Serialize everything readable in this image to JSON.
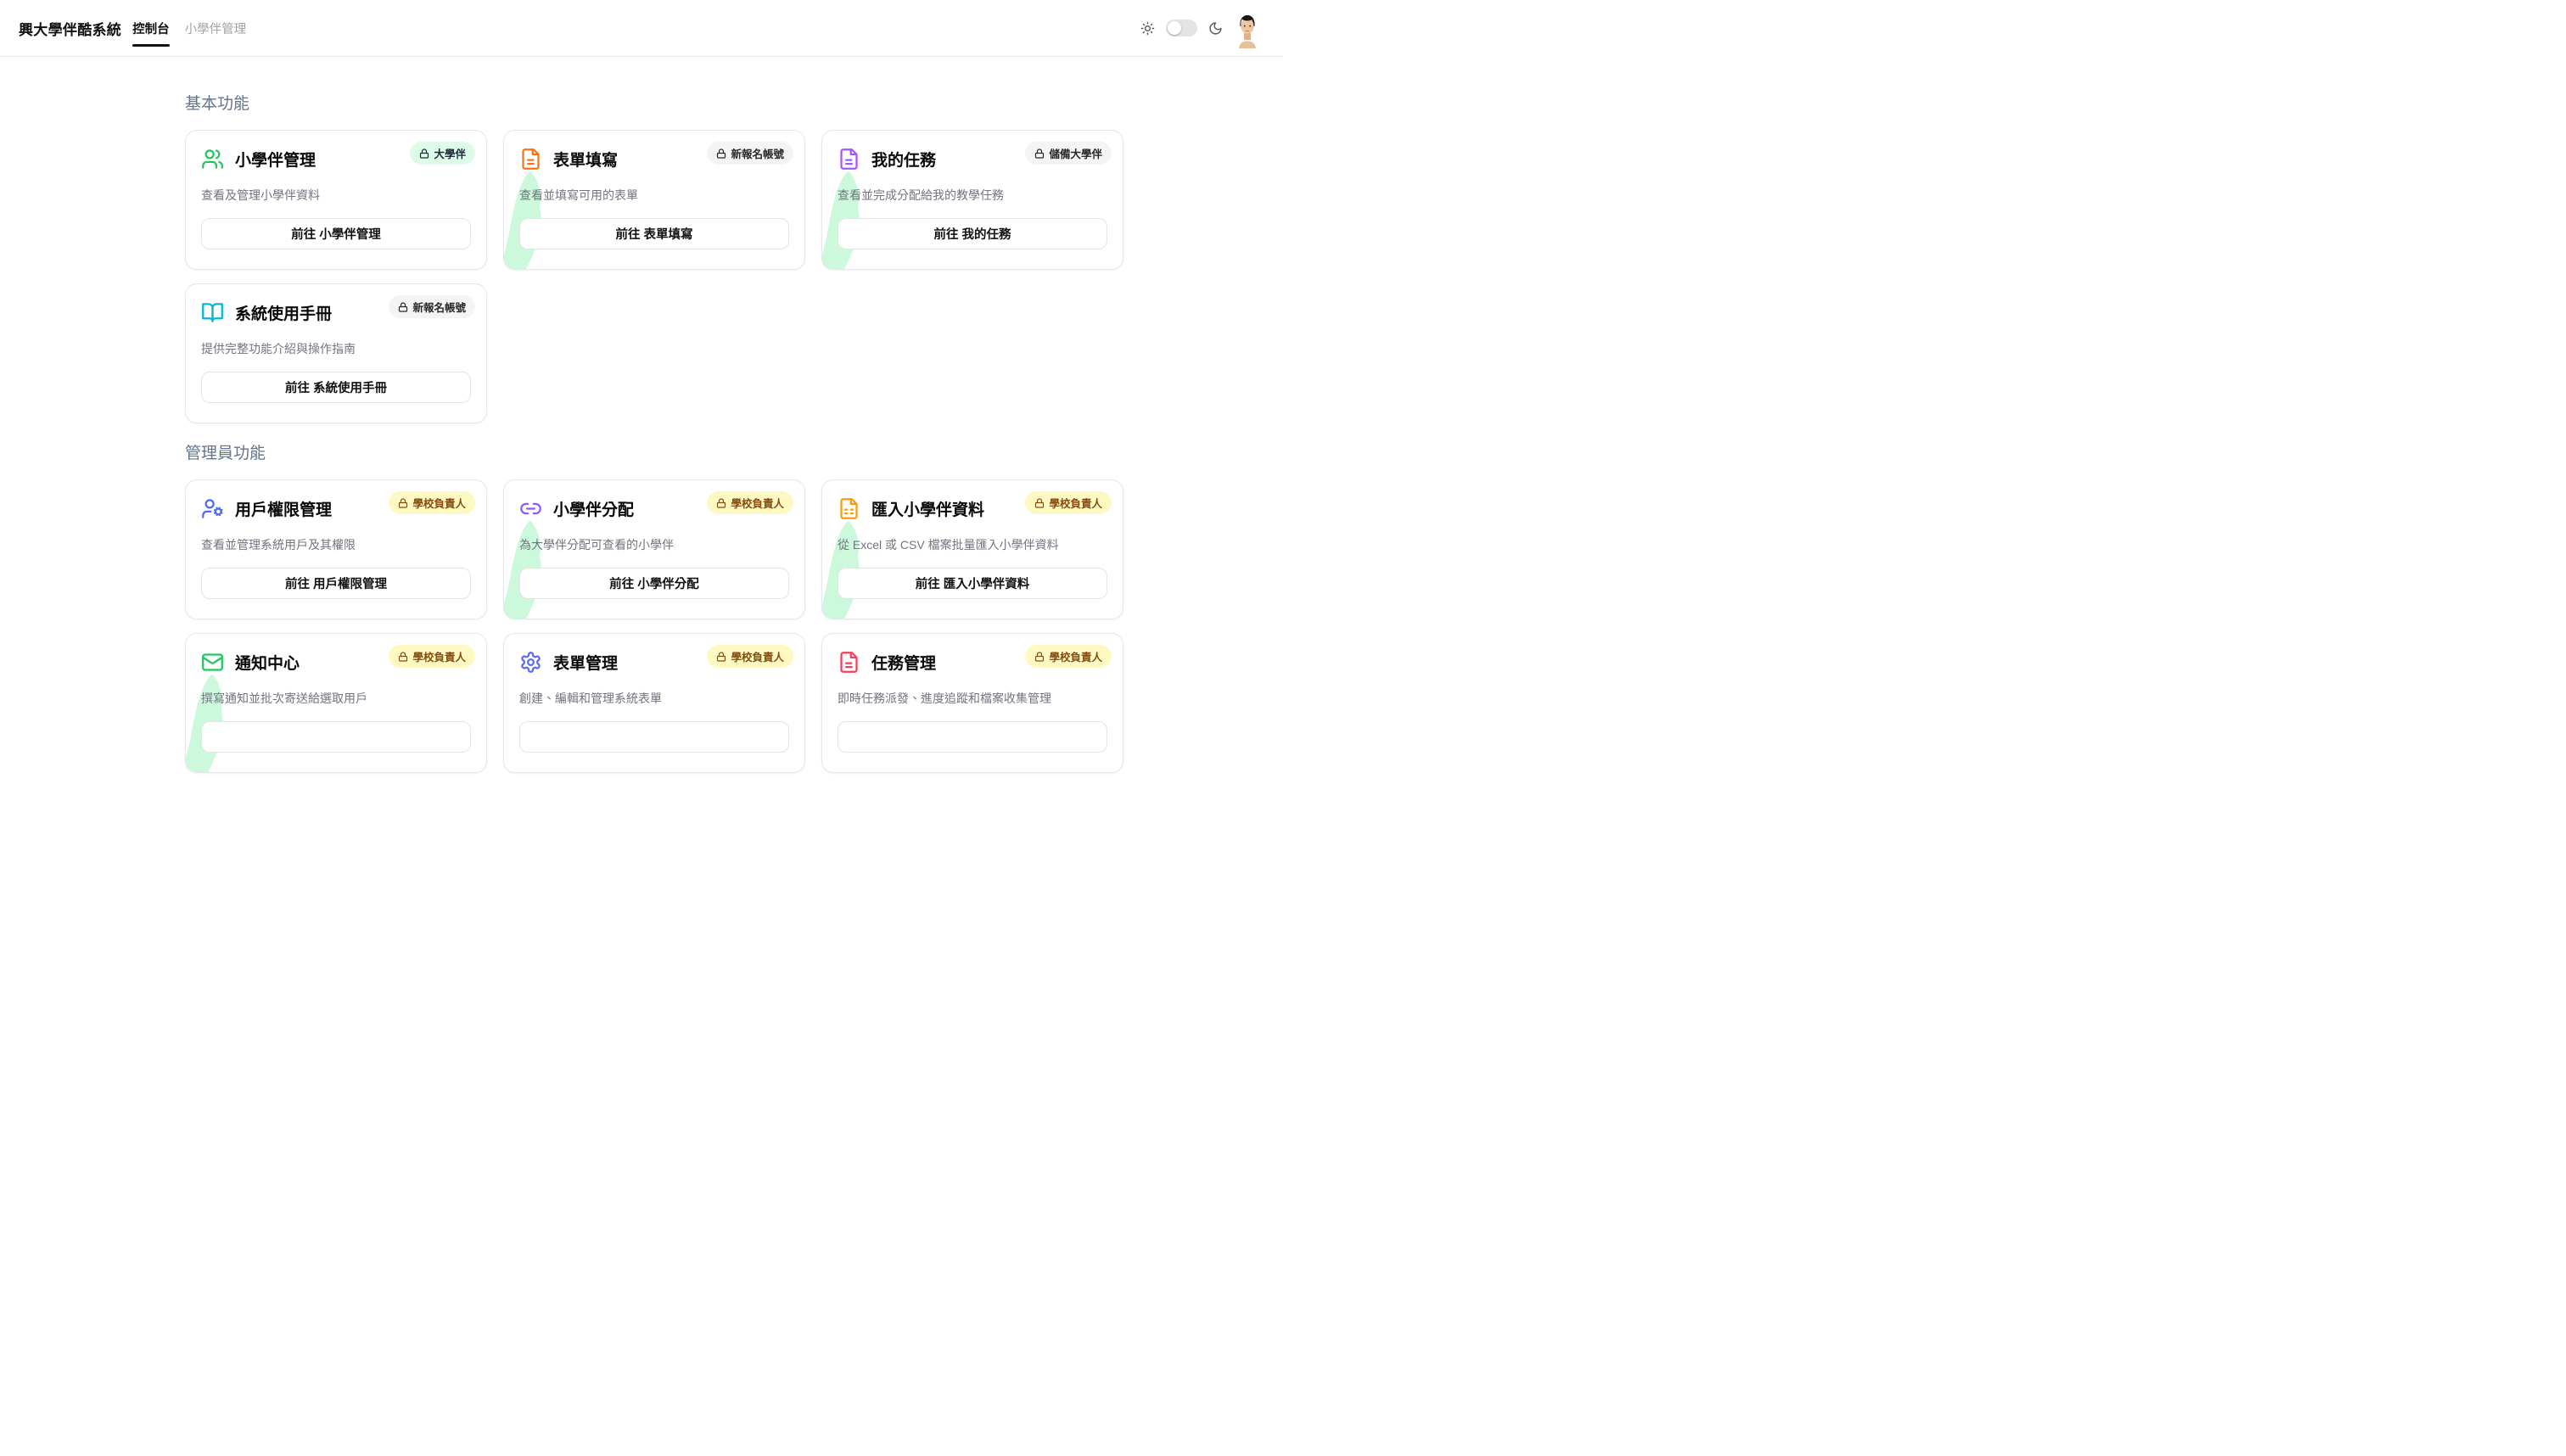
{
  "header": {
    "logo": "興大學伴酷系統",
    "tabs": [
      {
        "label": "控制台",
        "active": true
      },
      {
        "label": "小學伴管理",
        "active": false
      }
    ],
    "theme": {
      "mode": "light"
    }
  },
  "sections": [
    {
      "title": "基本功能",
      "cards": [
        {
          "icon": "users-icon",
          "icon_color": "#22c55e",
          "title": "小學伴管理",
          "badge": {
            "label": "大學伴",
            "bg": "#dcfce7",
            "fg": "#1f2937"
          },
          "description": "查看及管理小學伴資料",
          "button_label": "前往 小學伴管理",
          "watermark": false
        },
        {
          "icon": "file-text-icon",
          "icon_color": "#f97316",
          "title": "表單填寫",
          "badge": {
            "label": "新報名帳號",
            "bg": "#f4f4f5",
            "fg": "#27272a"
          },
          "description": "查看並填寫可用的表單",
          "button_label": "前往 表單填寫",
          "watermark": true
        },
        {
          "icon": "file-text-icon",
          "icon_color": "#a855f7",
          "title": "我的任務",
          "badge": {
            "label": "儲備大學伴",
            "bg": "#f4f4f5",
            "fg": "#27272a"
          },
          "description": "查看並完成分配給我的教學任務",
          "button_label": "前往 我的任務",
          "watermark": true
        },
        {
          "icon": "book-open-icon",
          "icon_color": "#06b6d4",
          "title": "系統使用手冊",
          "badge": {
            "label": "新報名帳號",
            "bg": "#f4f4f5",
            "fg": "#27272a"
          },
          "description": "提供完整功能介紹與操作指南",
          "button_label": "前往 系統使用手冊",
          "watermark": false
        }
      ]
    },
    {
      "title": "管理員功能",
      "cards": [
        {
          "icon": "user-cog-icon",
          "icon_color": "#4a6cf7",
          "title": "用戶權限管理",
          "badge": {
            "label": "學校負責人",
            "bg": "#fef9c3",
            "fg": "#854d0e"
          },
          "description": "查看並管理系統用戶及其權限",
          "button_label": "前往 用戶權限管理",
          "watermark": false
        },
        {
          "icon": "link-icon",
          "icon_color": "#8b5cf6",
          "title": "小學伴分配",
          "badge": {
            "label": "學校負責人",
            "bg": "#fef9c3",
            "fg": "#854d0e"
          },
          "description": "為大學伴分配可查看的小學伴",
          "button_label": "前往 小學伴分配",
          "watermark": true
        },
        {
          "icon": "file-spreadsheet-icon",
          "icon_color": "#f59e0b",
          "title": "匯入小學伴資料",
          "badge": {
            "label": "學校負責人",
            "bg": "#fef9c3",
            "fg": "#854d0e"
          },
          "description": "從 Excel 或 CSV 檔案批量匯入小學伴資料",
          "button_label": "前往 匯入小學伴資料",
          "watermark": true
        },
        {
          "icon": "mail-icon",
          "icon_color": "#22c55e",
          "title": "通知中心",
          "badge": {
            "label": "學校負責人",
            "bg": "#fef9c3",
            "fg": "#854d0e"
          },
          "description": "撰寫通知並批次寄送給選取用戶",
          "button_label": "",
          "watermark": true
        },
        {
          "icon": "settings-icon",
          "icon_color": "#5b6cf0",
          "title": "表單管理",
          "badge": {
            "label": "學校負責人",
            "bg": "#fef9c3",
            "fg": "#854d0e"
          },
          "description": "創建、編輯和管理系統表單",
          "button_label": "",
          "watermark": false
        },
        {
          "icon": "file-text-icon",
          "icon_color": "#f43f5e",
          "title": "任務管理",
          "badge": {
            "label": "學校負責人",
            "bg": "#fef9c3",
            "fg": "#854d0e"
          },
          "description": "即時任務派發、進度追蹤和檔案收集管理",
          "button_label": "",
          "watermark": false
        }
      ]
    }
  ]
}
